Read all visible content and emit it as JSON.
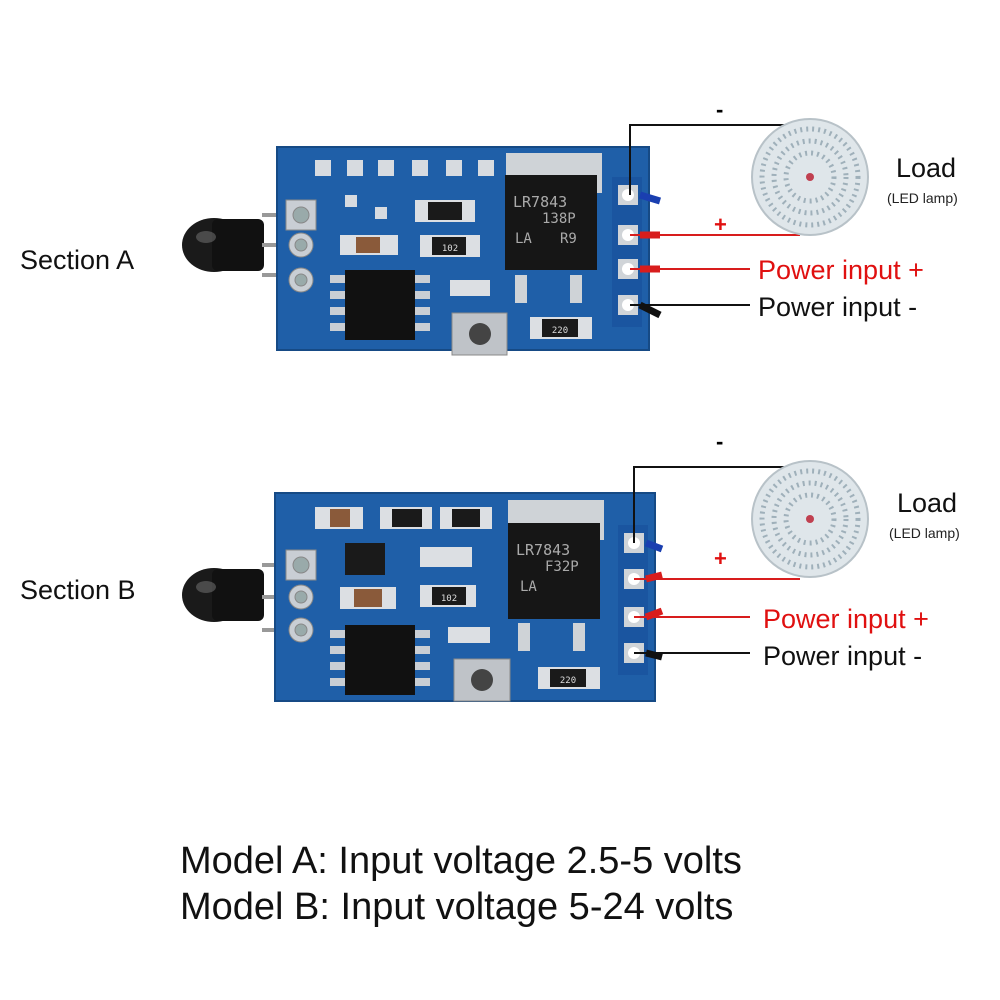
{
  "sections": [
    {
      "label": "Section A",
      "chip_label": "LR7843",
      "chip_code_1": "138P",
      "chip_code_2": "LA",
      "chip_code_3": "R9",
      "resistor_1": "102",
      "resistor_2": "220"
    },
    {
      "label": "Section B",
      "chip_label": "LR7843",
      "chip_code_1": "F32P",
      "chip_code_2": "LA",
      "chip_code_3": "",
      "resistor_1": "102",
      "resistor_2": "220"
    }
  ],
  "load": {
    "title": "Load",
    "subtitle": "(LED lamp)"
  },
  "pins": {
    "minus": "-",
    "plus": "+"
  },
  "power": {
    "plus": "Power input +",
    "minus": "Power input -"
  },
  "footer": [
    "Model A: Input voltage 2.5-5 volts",
    "Model B: Input voltage 5-24 volts"
  ],
  "colors": {
    "board": "#1f5fa8",
    "plus_text": "#e01010",
    "wire_red": "#d81d1d",
    "wire_blue": "#1a3fb0",
    "wire_black": "#111111"
  }
}
